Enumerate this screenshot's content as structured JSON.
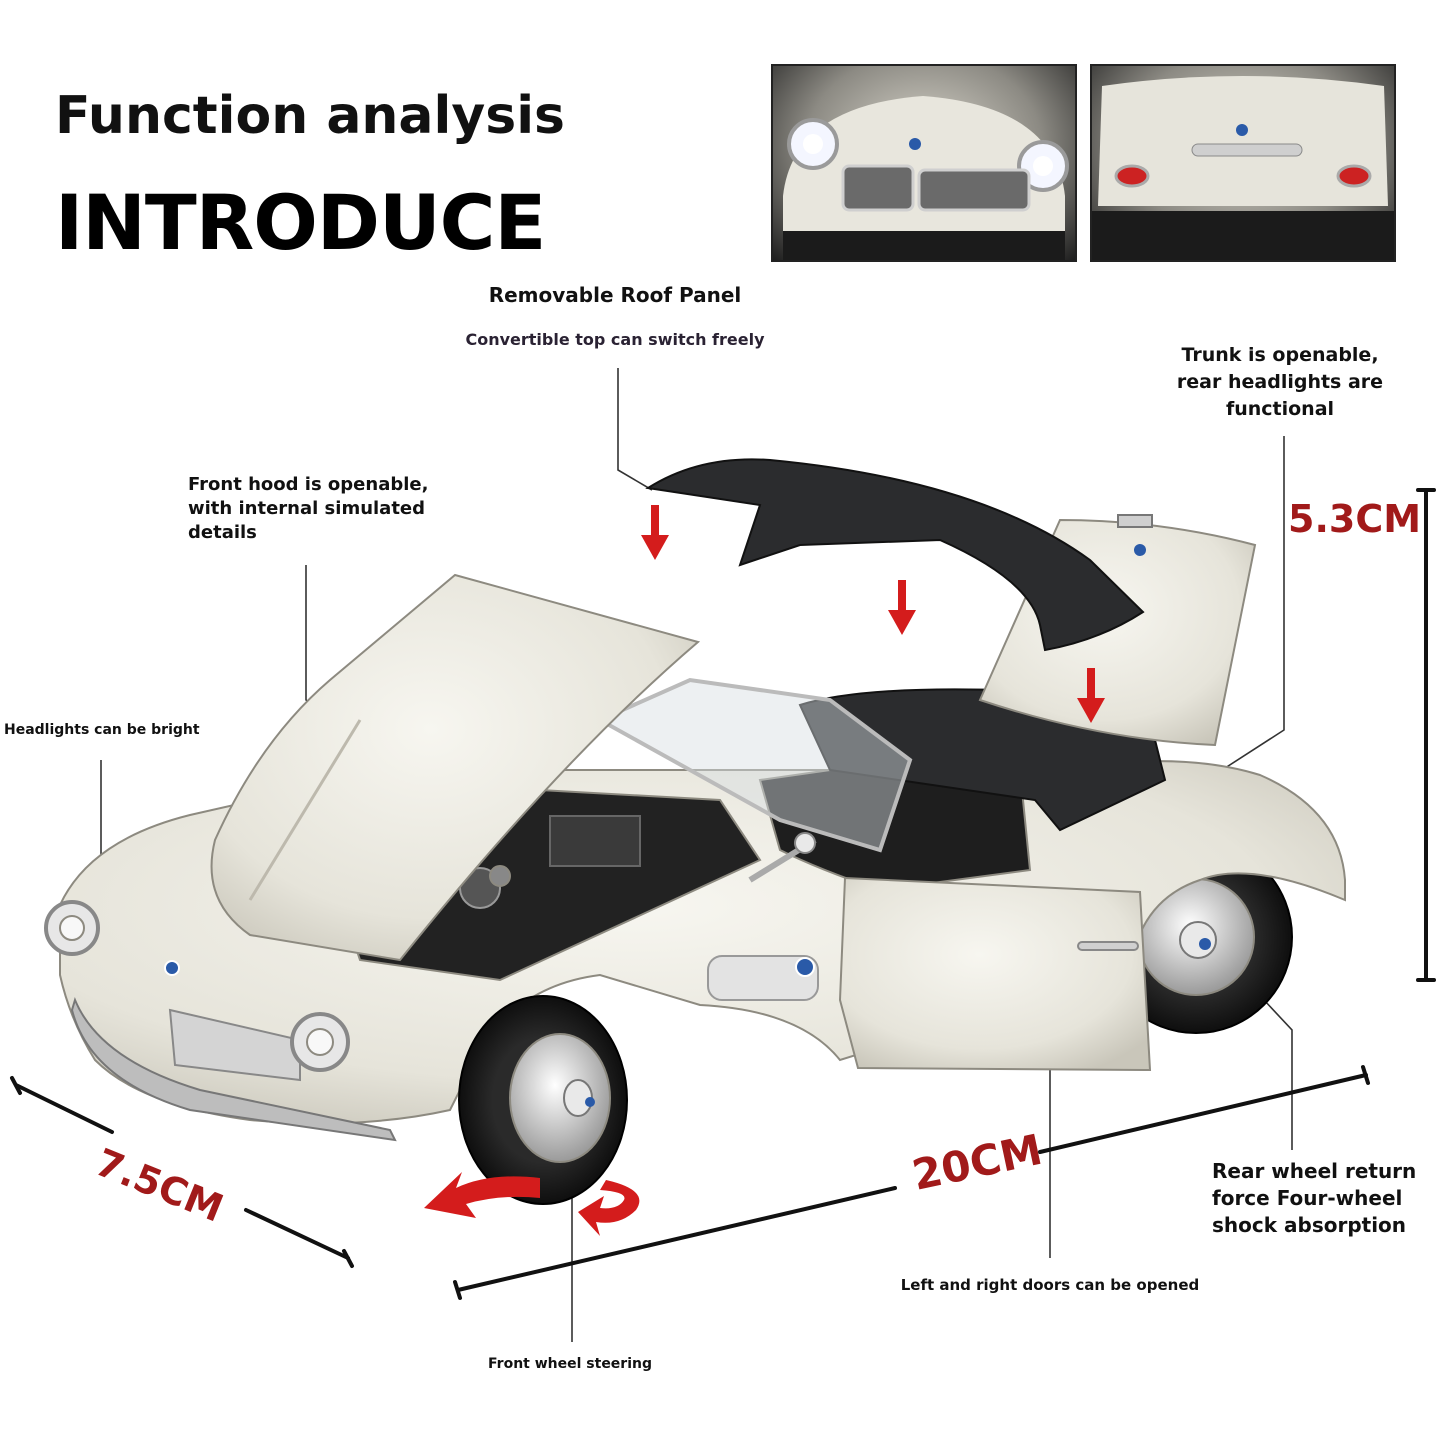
{
  "header": {
    "title": "Function analysis",
    "subtitle": "INTRODUCE"
  },
  "callouts": {
    "roof_title": "Removable Roof Panel",
    "roof_desc": "Convertible top can switch freely",
    "trunk": [
      "Trunk is openable,",
      "rear headlights are",
      "functional"
    ],
    "hood": [
      "Front hood is openable,",
      "with internal simulated",
      "details"
    ],
    "headlights": "Headlights can be bright",
    "rear_wheel": [
      "Rear wheel return",
      "force Four-wheel",
      "shock absorption"
    ],
    "doors": "Left and right doors can be opened",
    "steering": "Front wheel steering"
  },
  "dimensions": {
    "height": "5.3CM",
    "width": "7.5CM",
    "length": "20CM"
  },
  "colors": {
    "accent": "#a11a1a",
    "arrow_red": "#d41c1c",
    "car_body": "#ecebe3",
    "roof": "#2b2c2e"
  }
}
